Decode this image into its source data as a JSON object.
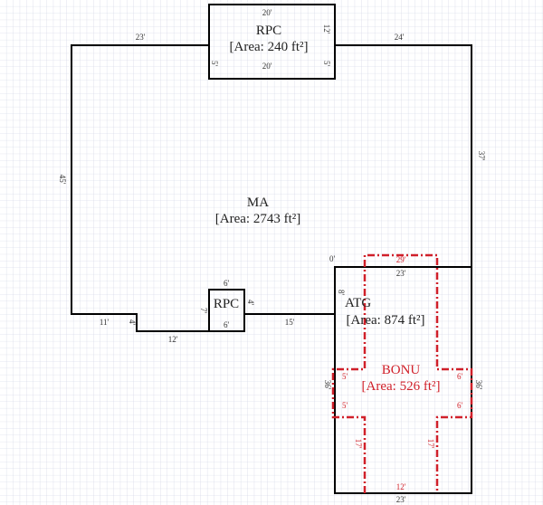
{
  "areas": {
    "rpc_top": {
      "name": "RPC",
      "area": "[Area: 240 ft²]",
      "dims": [
        "20'",
        "20'",
        "12'",
        "5'",
        "5'"
      ]
    },
    "ma": {
      "name": "MA",
      "area": "[Area: 2743 ft²]",
      "dims": [
        "23'",
        "24'",
        "45'",
        "37'",
        "11'",
        "4'",
        "12'",
        "15'"
      ]
    },
    "rpc_small": {
      "name": "RPC",
      "dims": [
        "6'",
        "7'",
        "6'",
        "4'"
      ]
    },
    "atg": {
      "name": "ATG",
      "area": "[Area: 874 ft²]",
      "dims": [
        "0'",
        "23'",
        "8'",
        "23'"
      ]
    },
    "bonu": {
      "name": "BONU",
      "area": "[Area: 526 ft²]",
      "dims": [
        "29'",
        "36'",
        "36'",
        "5'",
        "5'",
        "6'",
        "6'",
        "17'",
        "17'",
        "12'"
      ]
    }
  },
  "colors": {
    "wall": "#000000",
    "bonus": "#d0202a",
    "grid": "#c8cbe0"
  }
}
